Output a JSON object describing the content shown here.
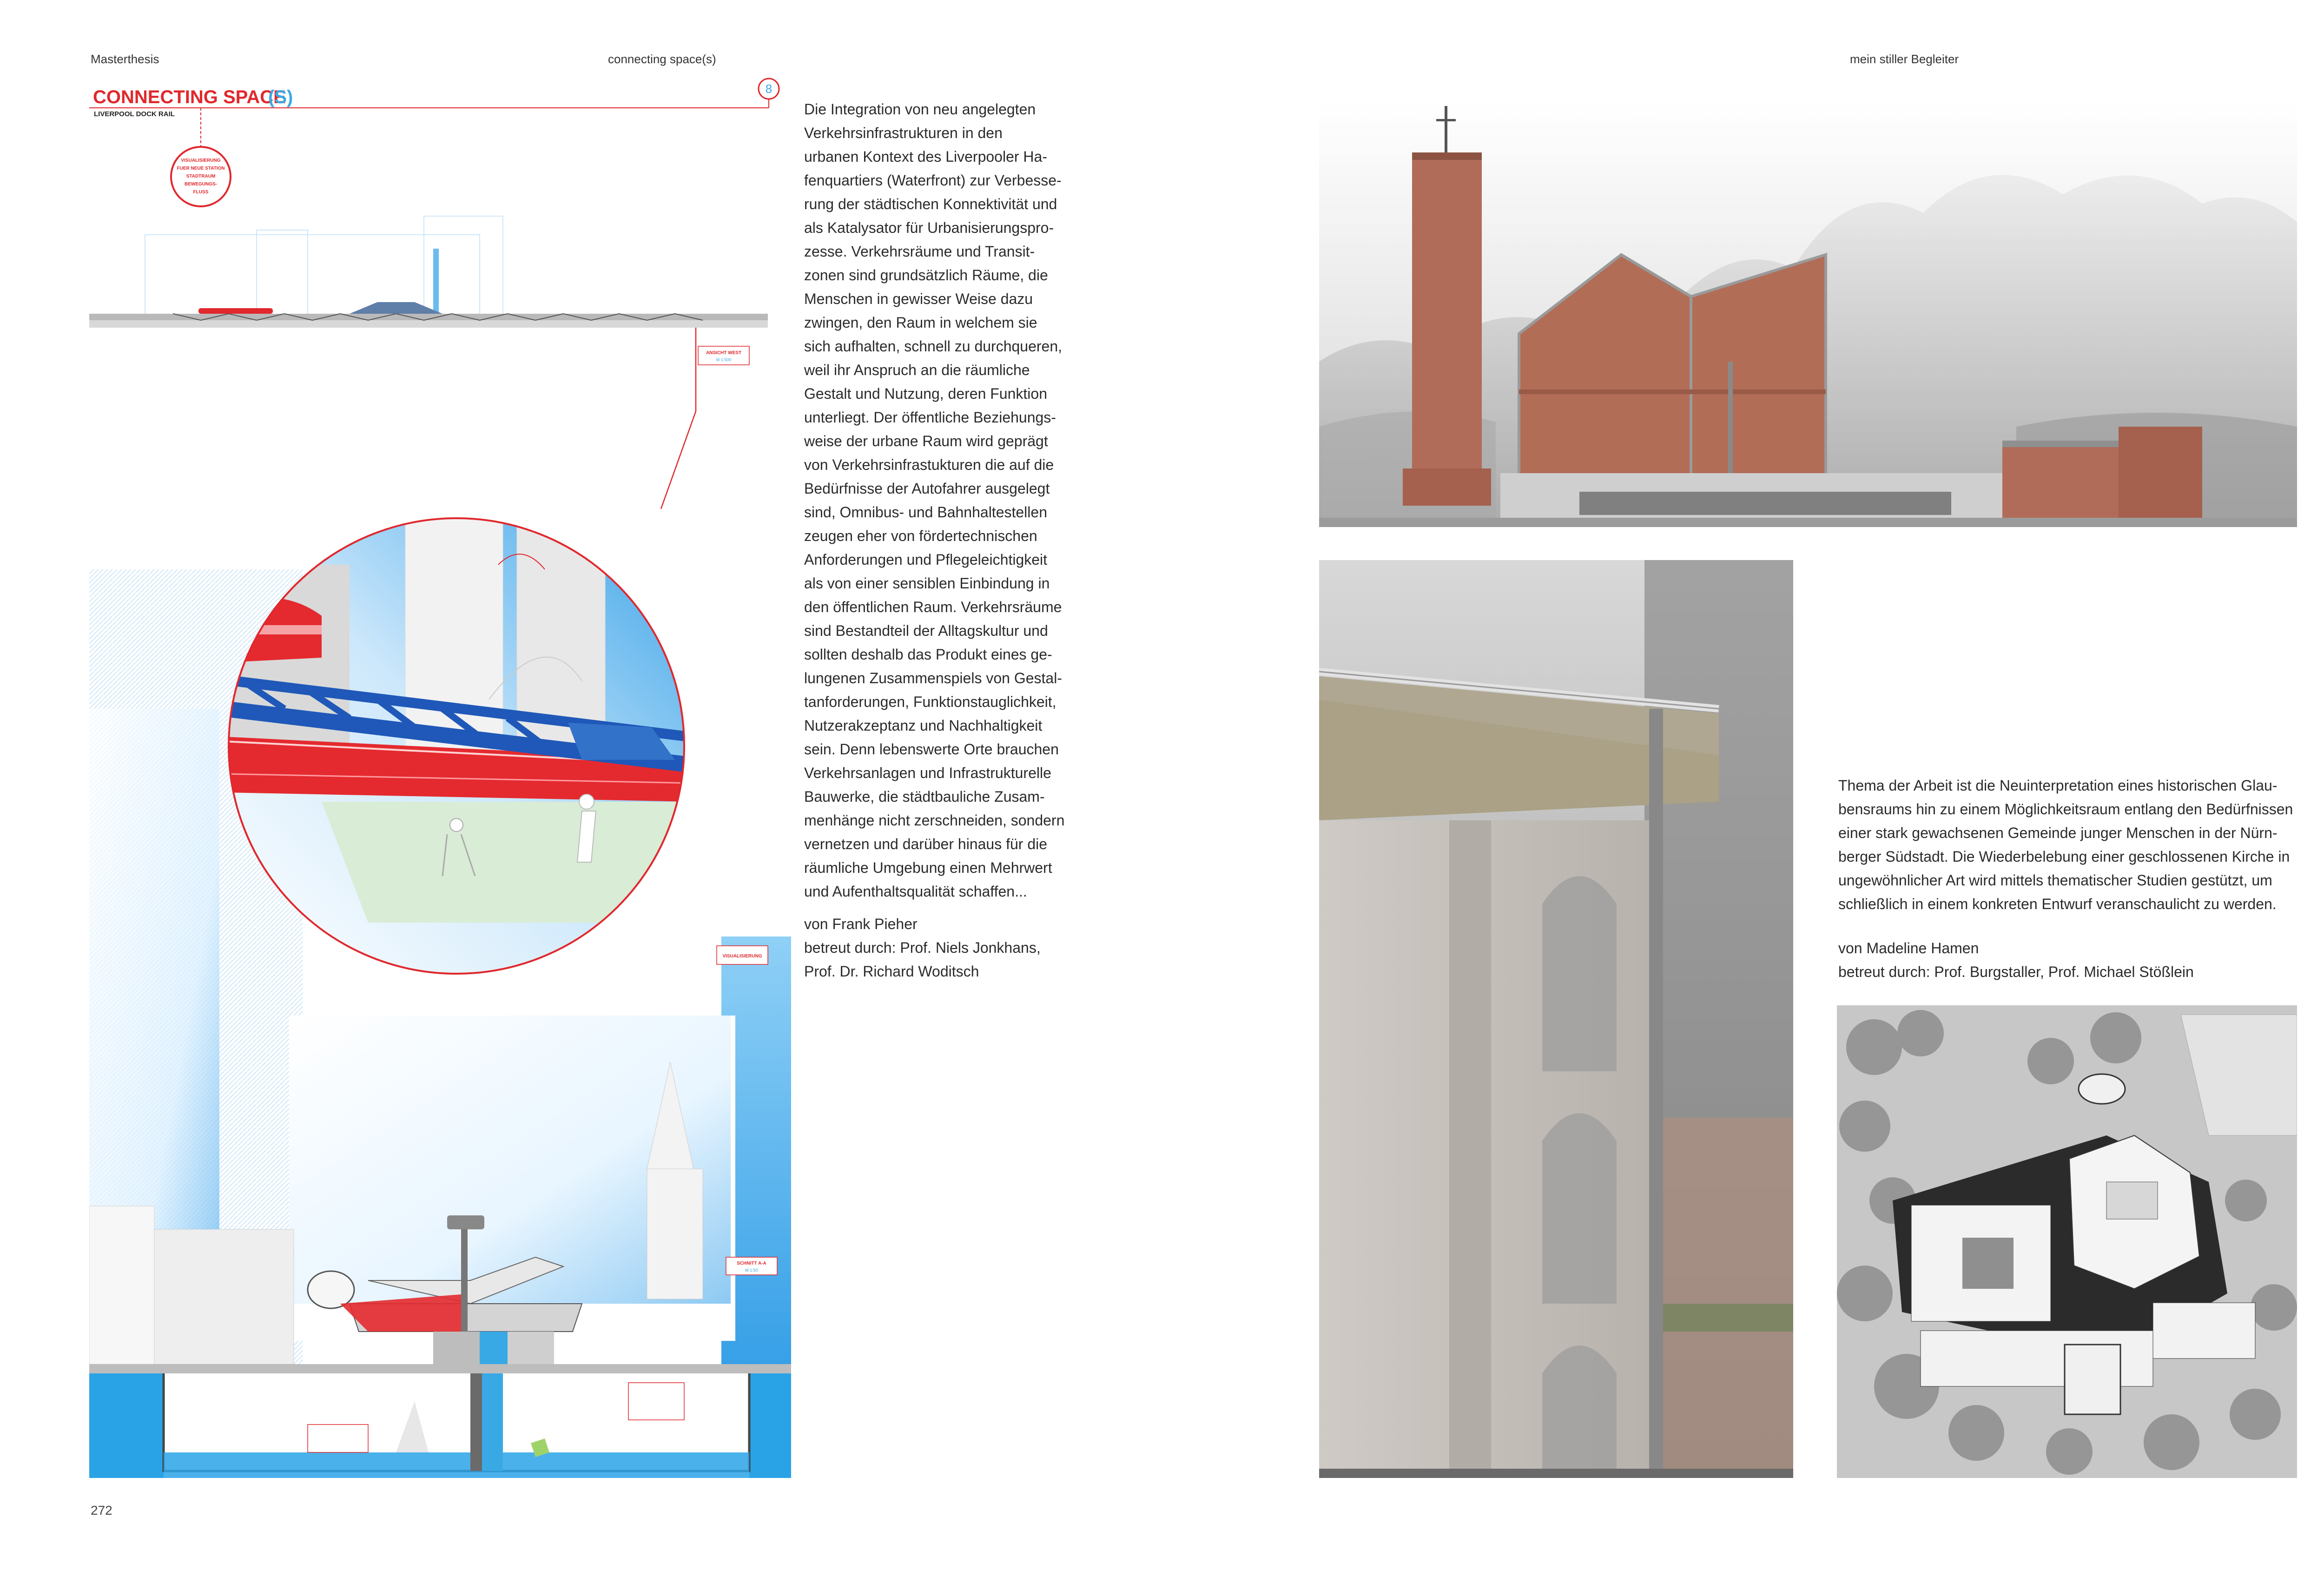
{
  "header": {
    "left_label": "Masterthesis",
    "center_label": "connecting space(s)",
    "right_label": "mein stiller Begleiter"
  },
  "left_article": {
    "poster": {
      "title_main": "CONNECTING SPACE",
      "title_suffix": "(S)",
      "subtitle": "LIVERPOOL DOCK RAIL",
      "sheet_number": "8",
      "badge_text": [
        "VISUALISIERUNG",
        "FUER NEUE STATION",
        "STADTRAUM",
        "BEWEGUNGS-",
        "FLUSS"
      ],
      "label_view": "ANSICHT WEST",
      "label_view_scale": "M 1:500",
      "label_visual": "VISUALISIERUNG",
      "label_section": "SCHNITT A-A",
      "label_section_scale": "M 1:50"
    },
    "paragraph": [
      "Die Integration von neu angelegten",
      "Verkehrsinfrastrukturen in den",
      "urbanen Kontext des Liverpooler Ha-",
      "fenquartiers (Waterfront) zur Verbesse-",
      "rung der städtischen Konnektivität und",
      "als Katalysator für Urbanisierungspro-",
      "zesse. Verkehrsräume und Transit-",
      "zonen sind grundsätzlich Räume, die",
      "Menschen in gewisser Weise dazu",
      "zwingen, den Raum in welchem sie",
      "sich aufhalten, schnell zu durchqueren,",
      "weil ihr Anspruch an die räumliche",
      "Gestalt und Nutzung, deren Funktion",
      "unterliegt. Der öffentliche Beziehungs-",
      "weise der urbane Raum wird geprägt",
      "von Verkehrsinfrastukturen die auf die",
      "Bedürfnisse der Autofahrer ausgelegt",
      "sind, Omnibus- und Bahnhaltestellen",
      "zeugen eher von fördertechnischen",
      "Anforderungen und Pflegeleichtigkeit",
      "als von einer sensiblen Einbindung in",
      "den öffentlichen Raum. Verkehrsräume",
      "sind Bestandteil der Alltagskultur und",
      "sollten deshalb das Produkt eines ge-",
      "lungenen Zusammenspiels von Gestal-",
      "tanforderungen, Funktionstauglichkeit,",
      "Nutzerakzeptanz und Nachhaltigkeit",
      "sein. Denn lebenswerte Orte brauchen",
      "Verkehrsanlagen und Infrastrukturelle",
      "Bauwerke, die städtbauliche Zusam-",
      "menhänge nicht zerschneiden, sondern",
      "vernetzen und darüber hinaus für die",
      "räumliche Umgebung einen Mehrwert",
      "und Aufenthaltsqualität schaffen..."
    ],
    "credits": [
      "von Frank Pieher",
      "betreut durch: Prof. Niels Jonkhans,",
      "Prof. Dr. Richard Woditsch"
    ],
    "page_number": "272"
  },
  "right_article": {
    "paragraph": [
      "Thema der Arbeit ist die Neuinterpretation eines historischen Glau-",
      "bensraums hin zu einem Möglichkeitsraum entlang den Bedürfnissen",
      "einer stark gewachsenen Gemeinde junger Menschen in der Nürn-",
      "berger Südstadt. Die Wiederbelebung einer geschlossenen Kirche in",
      "ungewöhnlicher Art wird mittels thematischer Studien gestützt, um",
      "schließlich in einem konkreten Entwurf veranschaulicht zu werden."
    ],
    "credits": [
      "von Madeline Hamen",
      "betreut durch: Prof. Burgstaller, Prof. Michael Stößlein"
    ]
  },
  "colors": {
    "accent_red": "#e0282d",
    "accent_blue": "#39a9e6",
    "brick": "#a8604c"
  }
}
